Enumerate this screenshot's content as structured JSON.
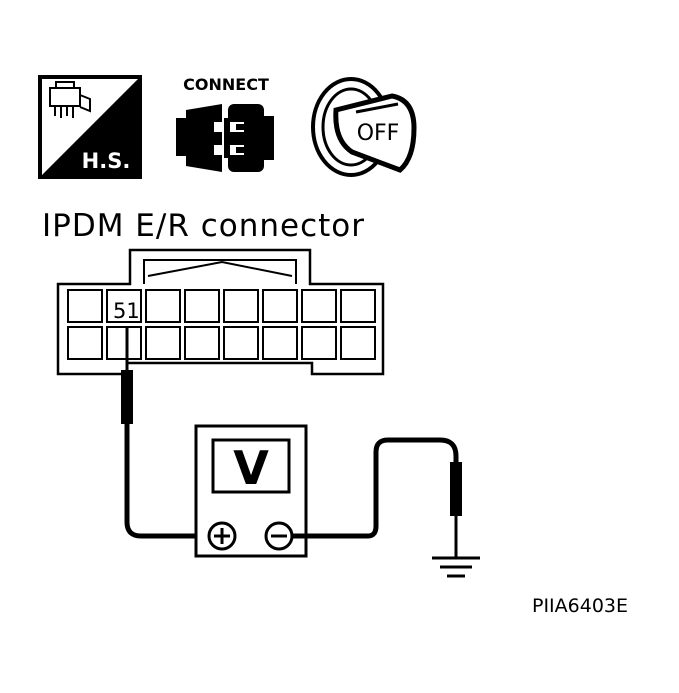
{
  "icons": {
    "hs_label": "H.S.",
    "connect_label": "CONNECT",
    "ignition_label": "OFF"
  },
  "title": "IPDM E/R connector",
  "connector": {
    "terminal_label": "51"
  },
  "meter": {
    "label": "V",
    "plus_symbol": "+",
    "minus_symbol": "−"
  },
  "figure_id": "PIIA6403E"
}
